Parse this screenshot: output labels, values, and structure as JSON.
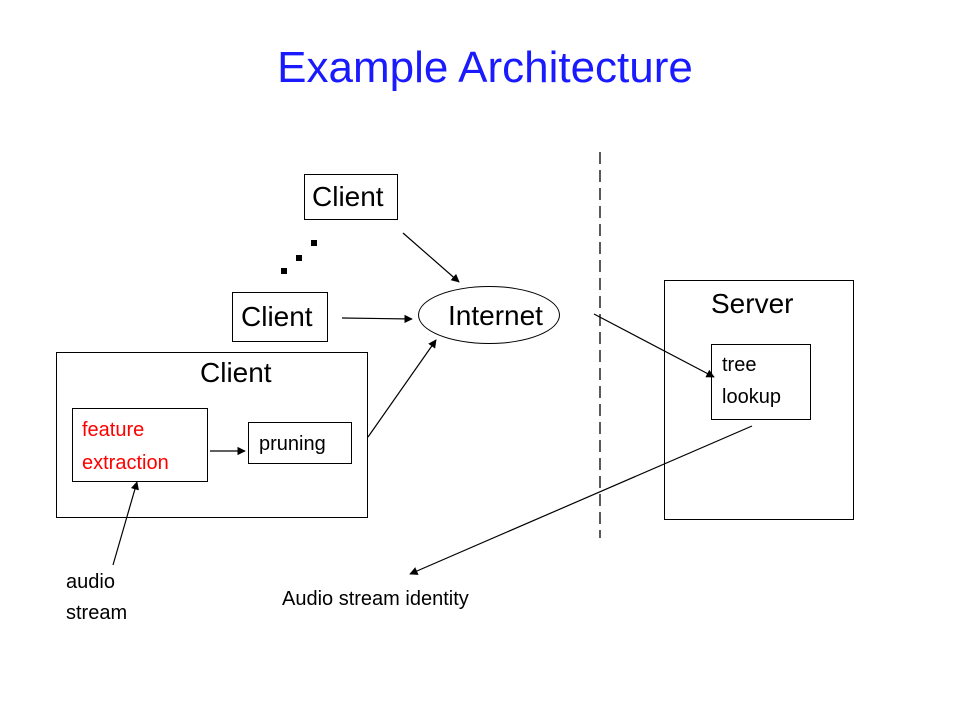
{
  "title": "Example Architecture",
  "nodes": {
    "client_top": "Client",
    "client_middle": "Client",
    "client_main": "Client",
    "feature_extraction_line1": "feature",
    "feature_extraction_line2": "extraction",
    "pruning": "pruning",
    "internet": "Internet",
    "server": "Server",
    "tree_lookup_line1": "tree",
    "tree_lookup_line2": "lookup",
    "audio_stream_line1": "audio",
    "audio_stream_line2": "stream",
    "result": "Audio stream identity"
  },
  "colors": {
    "title": "#1a1aff",
    "feature_extraction_text": "#ff0000",
    "lines": "#000000"
  }
}
